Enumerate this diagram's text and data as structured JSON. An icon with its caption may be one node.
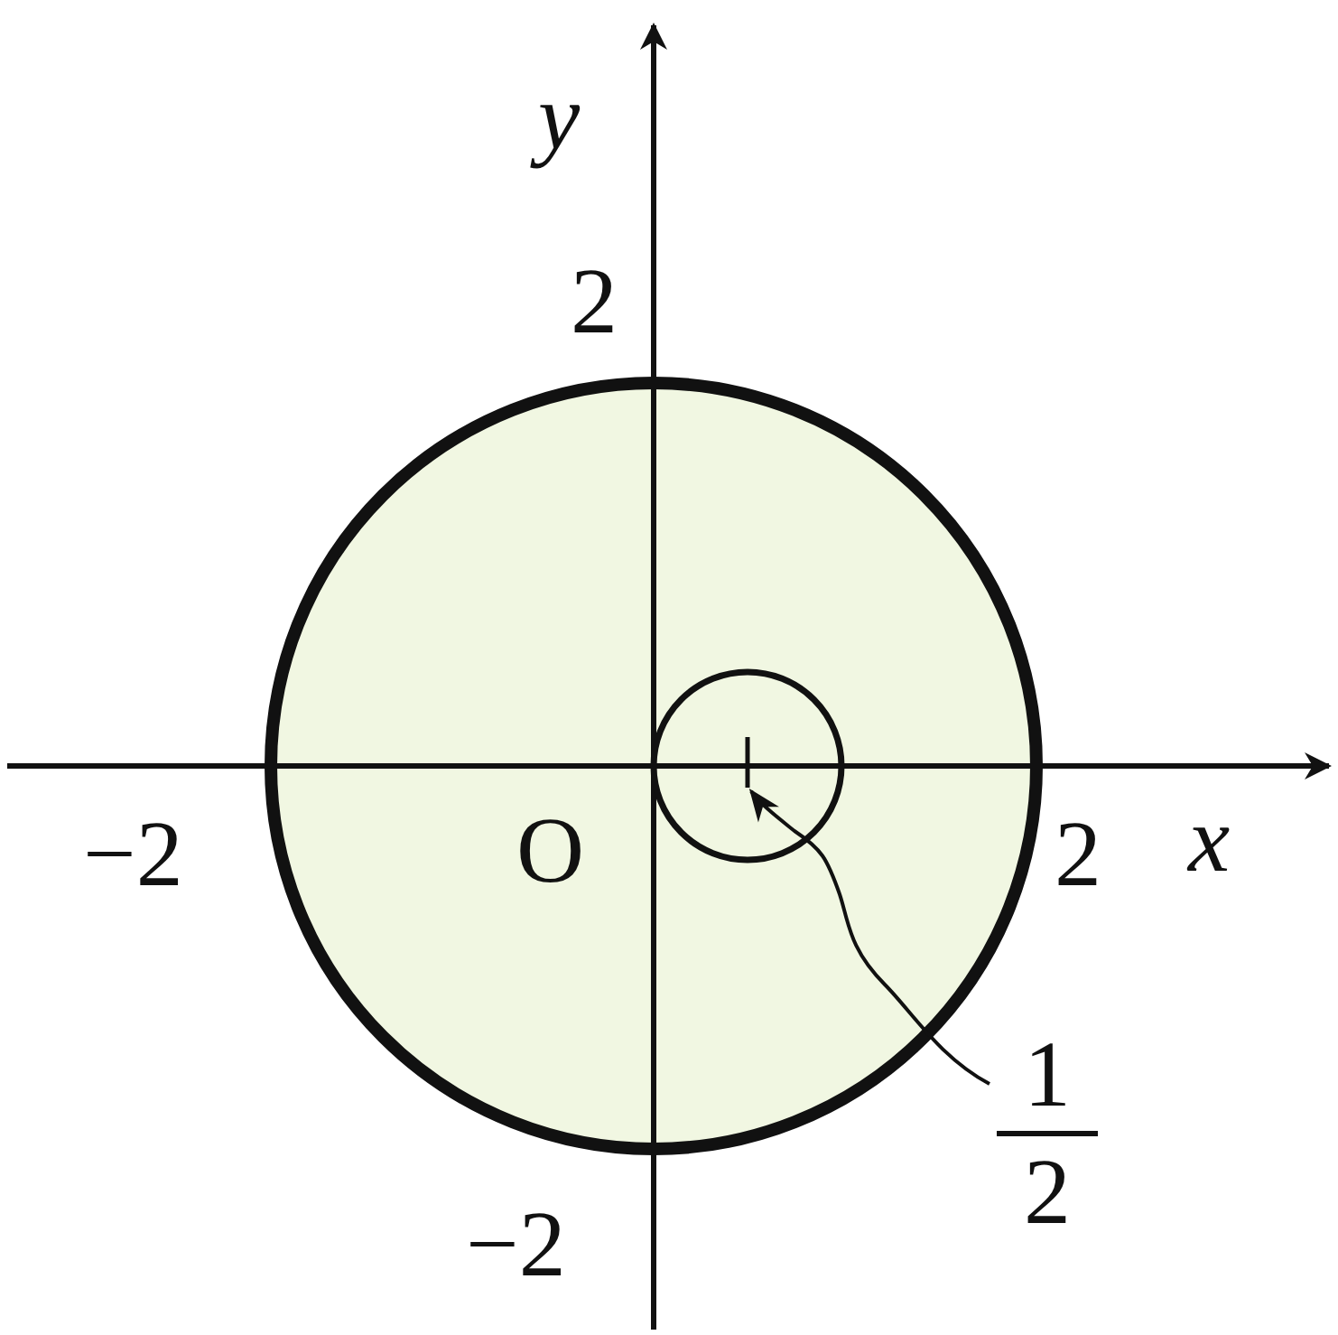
{
  "diagram": {
    "nodes": [
      {
        "text": [
          "1",
          "2"
        ]
      },
      {
        "text": [],
        "shape": "bar"
      }
    ],
    "edges": [
      {
        "from": 0,
        "to": 1,
        "arrow": "to"
      }
    ],
    "labels": [
      "y",
      "2",
      "−2",
      "O",
      "2",
      "x",
      "−2"
    ]
  }
}
